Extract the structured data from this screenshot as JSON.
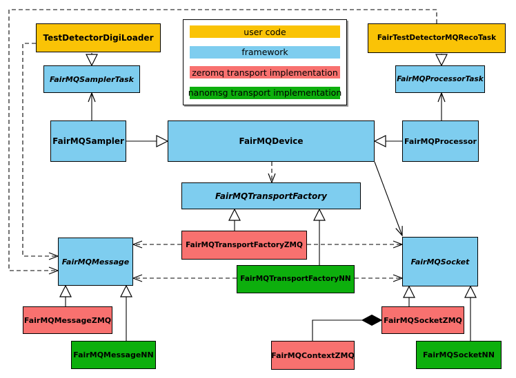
{
  "palette": {
    "userCode": "#fac306",
    "framework": "#7ecdef",
    "zeromq": "#f8716f",
    "nanomsg": "#0daf0d",
    "line": "#000000",
    "legendShadow": "#9a9a9a"
  },
  "legend": {
    "items": [
      {
        "label": "user code",
        "color": "#fac306"
      },
      {
        "label": "framework",
        "color": "#7ecdef"
      },
      {
        "label": "zeromq transport implementation",
        "color": "#f8716f"
      },
      {
        "label": "nanomsg transport implementation",
        "color": "#0daf0d"
      }
    ]
  },
  "nodes": {
    "testDetectorDigiLoader": {
      "label": "TestDetectorDigiLoader",
      "category": "user code",
      "abstract": false
    },
    "fairTestDetectorMQRecoTask": {
      "label": "FairTestDetectorMQRecoTask",
      "category": "user code",
      "abstract": false
    },
    "fairMQSamplerTask": {
      "label": "FairMQSamplerTask",
      "category": "framework",
      "abstract": true
    },
    "fairMQProcessorTask": {
      "label": "FairMQProcessorTask",
      "category": "framework",
      "abstract": true
    },
    "fairMQSampler": {
      "label": "FairMQSampler",
      "category": "framework",
      "abstract": false
    },
    "fairMQDevice": {
      "label": "FairMQDevice",
      "category": "framework",
      "abstract": false
    },
    "fairMQProcessor": {
      "label": "FairMQProcessor",
      "category": "framework",
      "abstract": false
    },
    "fairMQTransportFactory": {
      "label": "FairMQTransportFactory",
      "category": "framework",
      "abstract": true
    },
    "fairMQTransportFactoryZMQ": {
      "label": "FairMQTransportFactoryZMQ",
      "category": "zeromq transport implementation",
      "abstract": false
    },
    "fairMQTransportFactoryNN": {
      "label": "FairMQTransportFactoryNN",
      "category": "nanomsg transport implementation",
      "abstract": false
    },
    "fairMQMessage": {
      "label": "FairMQMessage",
      "category": "framework",
      "abstract": true
    },
    "fairMQSocket": {
      "label": "FairMQSocket",
      "category": "framework",
      "abstract": true
    },
    "fairMQMessageZMQ": {
      "label": "FairMQMessageZMQ",
      "category": "zeromq transport implementation",
      "abstract": false
    },
    "fairMQMessageNN": {
      "label": "FairMQMessageNN",
      "category": "nanomsg transport implementation",
      "abstract": false
    },
    "fairMQSocketZMQ": {
      "label": "FairMQSocketZMQ",
      "category": "zeromq transport implementation",
      "abstract": false
    },
    "fairMQContextZMQ": {
      "label": "FairMQContextZMQ",
      "category": "zeromq transport implementation",
      "abstract": false
    },
    "fairMQSocketNN": {
      "label": "FairMQSocketNN",
      "category": "nanomsg transport implementation",
      "abstract": false
    }
  },
  "relationships": [
    {
      "from": "TestDetectorDigiLoader",
      "to": "FairMQSamplerTask",
      "type": "inheritance"
    },
    {
      "from": "FairTestDetectorMQRecoTask",
      "to": "FairMQProcessorTask",
      "type": "inheritance"
    },
    {
      "from": "FairMQSampler",
      "to": "FairMQDevice",
      "type": "inheritance"
    },
    {
      "from": "FairMQProcessor",
      "to": "FairMQDevice",
      "type": "inheritance"
    },
    {
      "from": "FairMQSampler",
      "to": "FairMQSamplerTask",
      "type": "association"
    },
    {
      "from": "FairMQProcessor",
      "to": "FairMQProcessorTask",
      "type": "association"
    },
    {
      "from": "FairMQDevice",
      "to": "FairMQTransportFactory",
      "type": "dependency"
    },
    {
      "from": "FairMQDevice",
      "to": "FairMQSocket",
      "type": "association"
    },
    {
      "from": "FairMQTransportFactoryZMQ",
      "to": "FairMQTransportFactory",
      "type": "inheritance"
    },
    {
      "from": "FairMQTransportFactoryNN",
      "to": "FairMQTransportFactory",
      "type": "inheritance"
    },
    {
      "from": "FairMQTransportFactoryZMQ",
      "to": "FairMQMessage",
      "type": "dependency"
    },
    {
      "from": "FairMQTransportFactoryZMQ",
      "to": "FairMQSocket",
      "type": "dependency"
    },
    {
      "from": "FairMQTransportFactoryNN",
      "to": "FairMQMessage",
      "type": "dependency"
    },
    {
      "from": "FairMQTransportFactoryNN",
      "to": "FairMQSocket",
      "type": "dependency"
    },
    {
      "from": "TestDetectorDigiLoader",
      "to": "FairMQMessage",
      "type": "dependency"
    },
    {
      "from": "FairTestDetectorMQRecoTask",
      "to": "FairMQMessage",
      "type": "dependency"
    },
    {
      "from": "FairMQMessageZMQ",
      "to": "FairMQMessage",
      "type": "inheritance"
    },
    {
      "from": "FairMQMessageNN",
      "to": "FairMQMessage",
      "type": "inheritance"
    },
    {
      "from": "FairMQSocketZMQ",
      "to": "FairMQSocket",
      "type": "inheritance"
    },
    {
      "from": "FairMQSocketNN",
      "to": "FairMQSocket",
      "type": "inheritance"
    },
    {
      "from": "FairMQSocketZMQ",
      "to": "FairMQContextZMQ",
      "type": "composition"
    }
  ]
}
